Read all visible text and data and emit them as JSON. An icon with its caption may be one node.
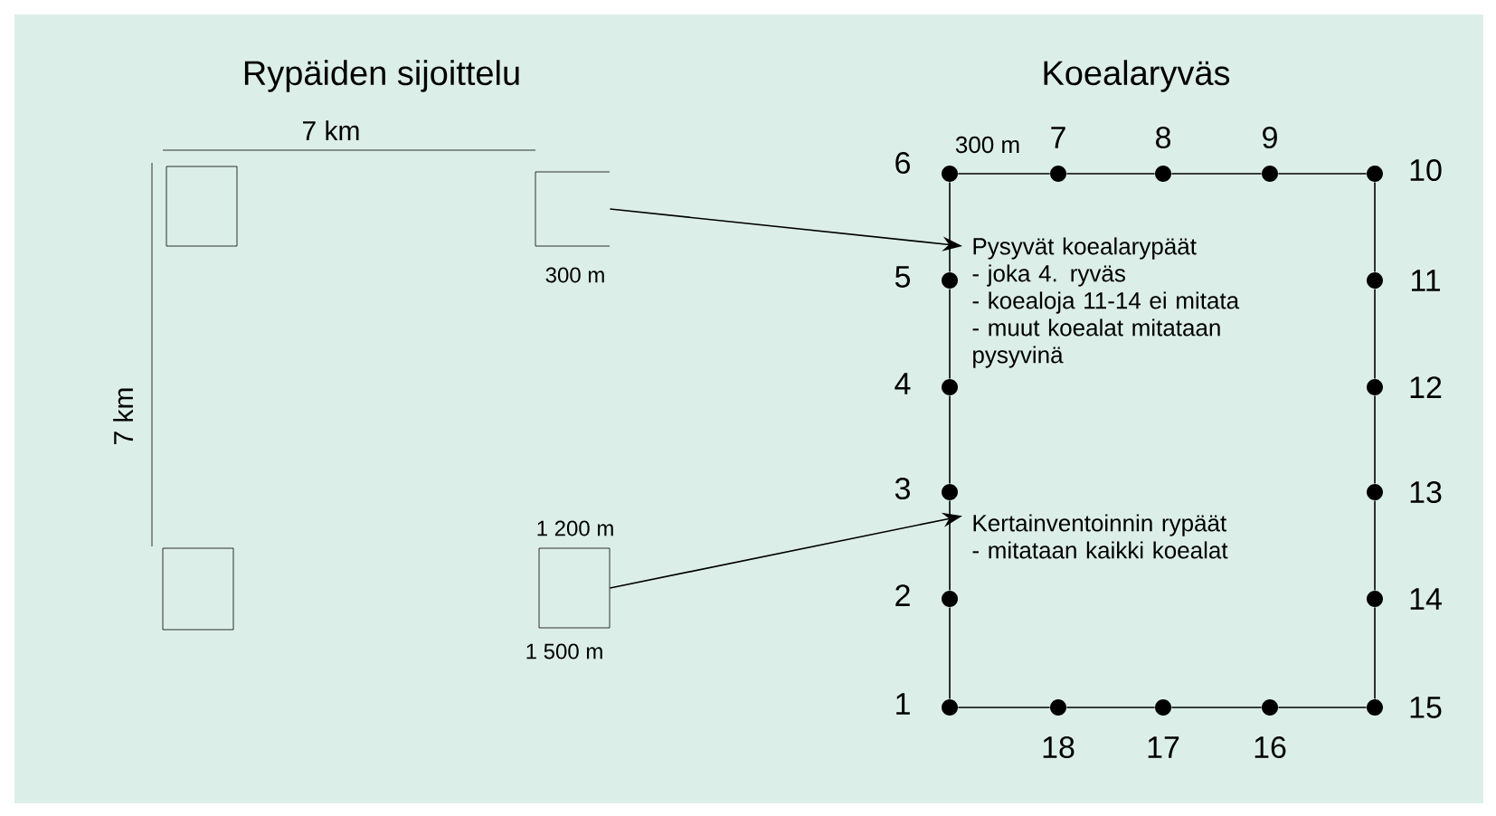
{
  "diagram": {
    "nodes": [
      {
        "text": [],
        "shape": "box"
      },
      {
        "text": [],
        "shape": "box",
        "beside": [
          "300 m"
        ]
      },
      {
        "text": [],
        "shape": "box"
      },
      {
        "text": [],
        "shape": "box",
        "beside": [
          "1 200 m",
          "1 500 m"
        ]
      },
      {
        "text": [
          "Pysyvät koealarypäät",
          "- joka 4. ryväs",
          "- koealoja 11-14 ei mitata",
          "- muut koealat mitataan pysyvinä"
        ]
      },
      {
        "text": [
          "Kertainventoinnin rypäät",
          "- mitataan kaikki koealat"
        ]
      },
      {
        "text": [],
        "shape": "circle",
        "beside": [
          "1"
        ]
      },
      {
        "text": [],
        "shape": "circle",
        "beside": [
          "2"
        ]
      },
      {
        "text": [],
        "shape": "circle",
        "beside": [
          "3"
        ]
      },
      {
        "text": [],
        "shape": "circle",
        "beside": [
          "4"
        ]
      },
      {
        "text": [],
        "shape": "circle",
        "beside": [
          "5"
        ]
      },
      {
        "text": [],
        "shape": "circle",
        "beside": [
          "6"
        ]
      },
      {
        "text": [],
        "shape": "circle",
        "beside": [
          "7"
        ]
      },
      {
        "text": [],
        "shape": "circle",
        "beside": [
          "8"
        ]
      },
      {
        "text": [],
        "shape": "circle",
        "beside": [
          "9"
        ]
      },
      {
        "text": [],
        "shape": "circle",
        "beside": [
          "10"
        ]
      },
      {
        "text": [],
        "shape": "circle",
        "beside": [
          "11"
        ]
      },
      {
        "text": [],
        "shape": "circle",
        "beside": [
          "12"
        ]
      },
      {
        "text": [],
        "shape": "circle",
        "beside": [
          "13"
        ]
      },
      {
        "text": [],
        "shape": "circle",
        "beside": [
          "14"
        ]
      },
      {
        "text": [],
        "shape": "circle",
        "beside": [
          "15"
        ]
      },
      {
        "text": [],
        "shape": "circle",
        "beside": [
          "16"
        ]
      },
      {
        "text": [],
        "shape": "circle",
        "beside": [
          "17"
        ]
      },
      {
        "text": [],
        "shape": "circle",
        "beside": [
          "18"
        ]
      }
    ],
    "edges": [
      {
        "from": 1,
        "to": 4,
        "arrow": "to"
      },
      {
        "from": 3,
        "to": 5,
        "arrow": "to"
      },
      {
        "from": 6,
        "to": 7,
        "arrow": "none"
      },
      {
        "from": 7,
        "to": 8,
        "arrow": "none"
      },
      {
        "from": 8,
        "to": 9,
        "arrow": "none"
      },
      {
        "from": 9,
        "to": 10,
        "arrow": "none"
      },
      {
        "from": 10,
        "to": 11,
        "arrow": "none"
      },
      {
        "from": 11,
        "to": 12,
        "arrow": "none"
      },
      {
        "from": 12,
        "to": 13,
        "arrow": "none"
      },
      {
        "from": 13,
        "to": 14,
        "arrow": "none"
      },
      {
        "from": 14,
        "to": 15,
        "arrow": "none"
      },
      {
        "from": 15,
        "to": 16,
        "arrow": "none"
      },
      {
        "from": 16,
        "to": 17,
        "arrow": "none"
      },
      {
        "from": 17,
        "to": 18,
        "arrow": "none"
      },
      {
        "from": 18,
        "to": 19,
        "arrow": "none"
      },
      {
        "from": 19,
        "to": 20,
        "arrow": "none"
      },
      {
        "from": 20,
        "to": 21,
        "arrow": "none"
      },
      {
        "from": 21,
        "to": 22,
        "arrow": "none"
      },
      {
        "from": 22,
        "to": 23,
        "arrow": "none"
      },
      {
        "from": 23,
        "to": 6,
        "arrow": "none"
      }
    ],
    "labels": [
      "Rypäiden sijoittelu",
      "Koealaryväs",
      "7 km",
      "7 km",
      "300 m"
    ]
  }
}
